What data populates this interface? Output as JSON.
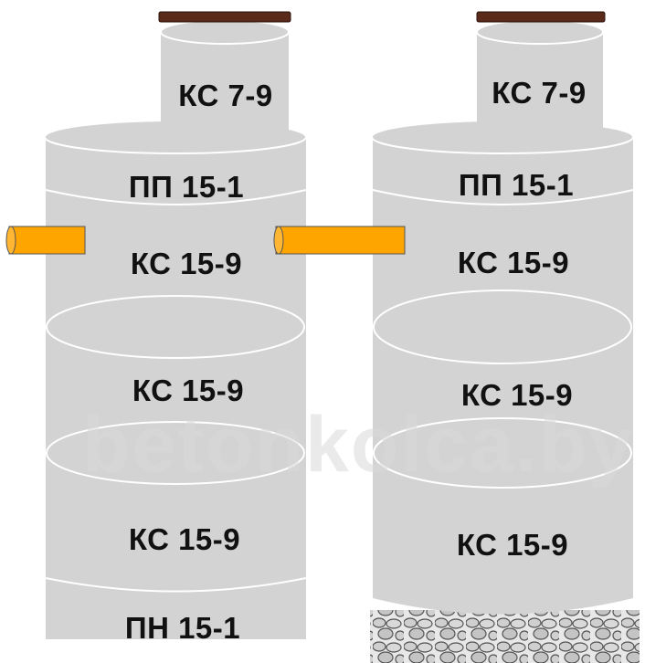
{
  "watermark": "betonkolca.by",
  "colors": {
    "ring": "#d3d3d3",
    "ring_edge": "#ffffff",
    "lid": "#5a2a1a",
    "pipe": "#ffa500",
    "gravel": "#cfcfcf"
  },
  "left_well": {
    "top_ring": "КС 7-9",
    "slab": "ПП 15-1",
    "ring_1": "КС 15-9",
    "ring_2": "КС 15-9",
    "ring_3": "КС 15-9",
    "bottom_slab": "ПН 15-1"
  },
  "right_well": {
    "top_ring": "КС 7-9",
    "slab": "ПП 15-1",
    "ring_1": "КС 15-9",
    "ring_2": "КС 15-9",
    "ring_3": "КС 15-9"
  }
}
